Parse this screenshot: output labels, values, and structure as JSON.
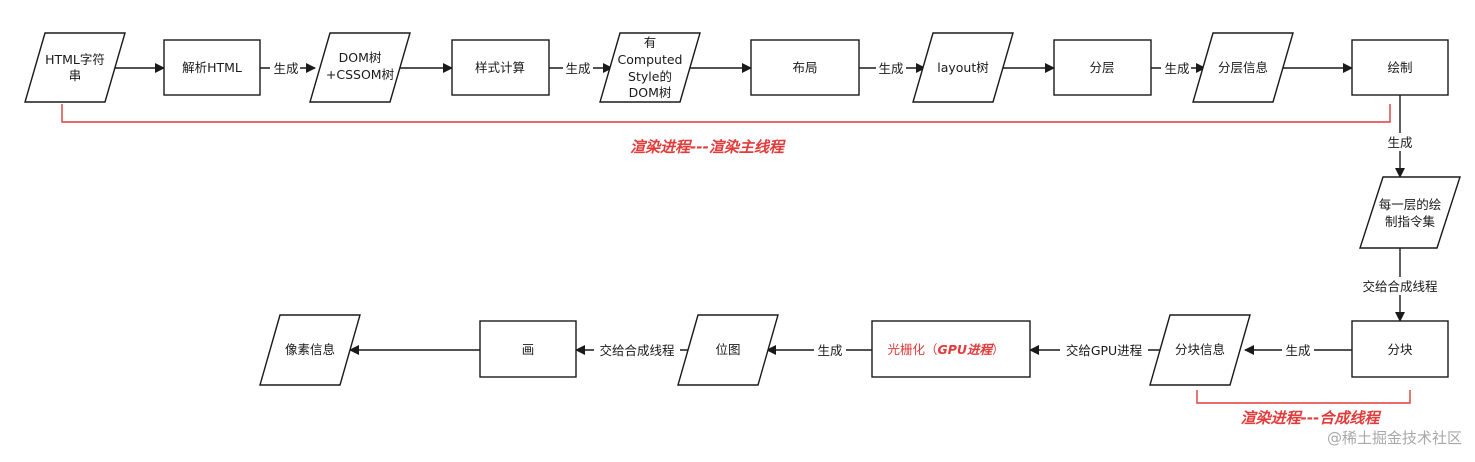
{
  "nodes": {
    "html_string": [
      "HTML字符",
      "串"
    ],
    "parse_html": "解析HTML",
    "dom_cssom": [
      "DOM树",
      "+CSSOM树"
    ],
    "style_calc": "样式计算",
    "computed_dom": [
      "有",
      "Computed",
      "Style的",
      "DOM树"
    ],
    "layout": "布局",
    "layout_tree": "layout树",
    "layering": "分层",
    "layer_info": "分层信息",
    "paint": "绘制",
    "paint_instructions": [
      "每一层的绘",
      "制指令集"
    ],
    "tiling": "分块",
    "tile_info": "分块信息",
    "raster": {
      "prefix": "光栅化（",
      "italic": "GPU进程",
      "suffix": "）"
    },
    "bitmap": "位图",
    "draw": "画",
    "pixel_info": "像素信息"
  },
  "edge_labels": {
    "generate": "生成",
    "to_compositor": "交给合成线程",
    "to_gpu": "交给GPU进程"
  },
  "annotations": {
    "render_main": "渲染进程---渲染主线程",
    "render_compositor": "渲染进程---合成线程"
  },
  "watermark": "@稀土掘金技术社区",
  "colors": {
    "highlight": "#e23b3b",
    "stroke": "#1a1a1a",
    "watermark": "#a9a9a9"
  }
}
